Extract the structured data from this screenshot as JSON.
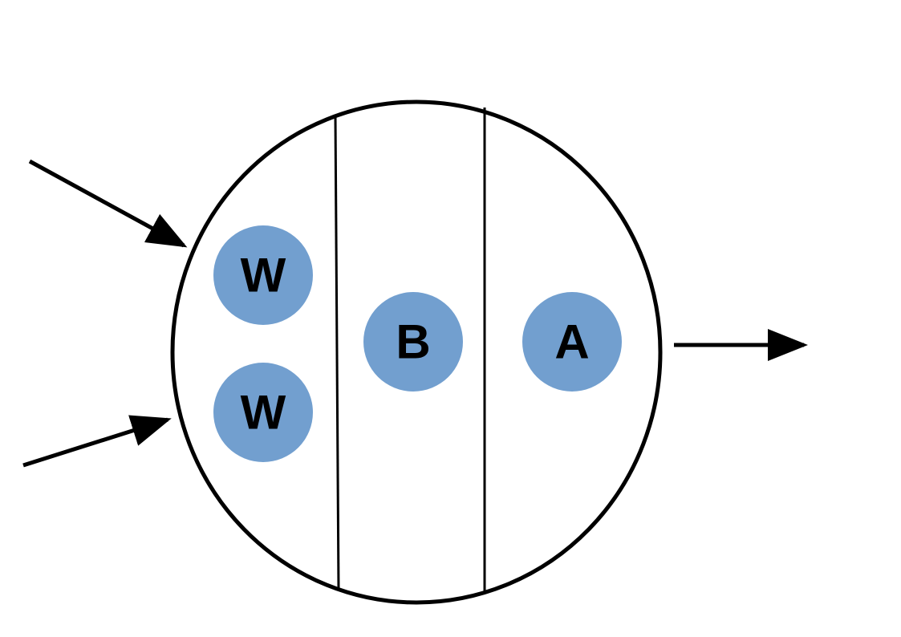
{
  "colors": {
    "node_fill": "#729fcf",
    "stroke": "#000000",
    "background": "#ffffff"
  },
  "nodes": {
    "w_top": {
      "label": "W"
    },
    "w_bottom": {
      "label": "W"
    },
    "b": {
      "label": "B"
    },
    "a": {
      "label": "A"
    }
  }
}
